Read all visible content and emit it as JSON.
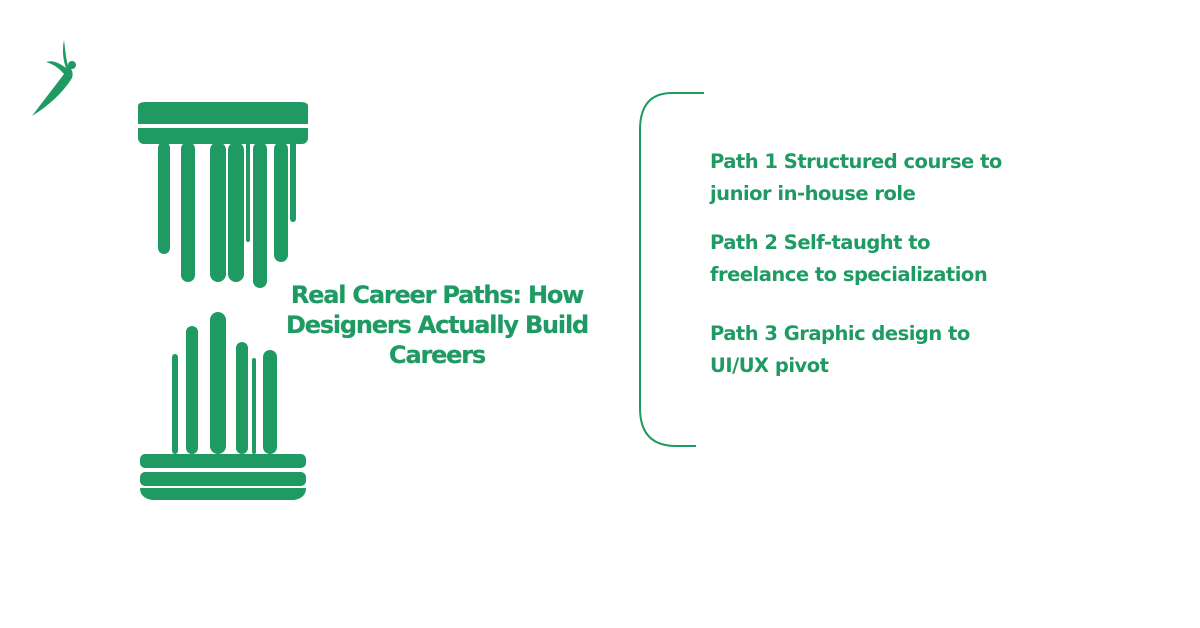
{
  "colors": {
    "accent_green": "#1e9a62",
    "background": "#ffffff"
  },
  "logo": {
    "icon": "leaping-figure-icon"
  },
  "illustration": {
    "icon": "greek-pillar-icon"
  },
  "title": "Real Career Paths: How\nDesigners Actually Build\nCareers",
  "bracket": {
    "icon": "left-brace-icon"
  },
  "paths": [
    {
      "text": "Path 1 Structured course to\njunior in-house role"
    },
    {
      "text": "Path 2 Self-taught to\nfreelance to specialization"
    },
    {
      "text": "Path 3 Graphic design to\nUI/UX pivot"
    }
  ]
}
